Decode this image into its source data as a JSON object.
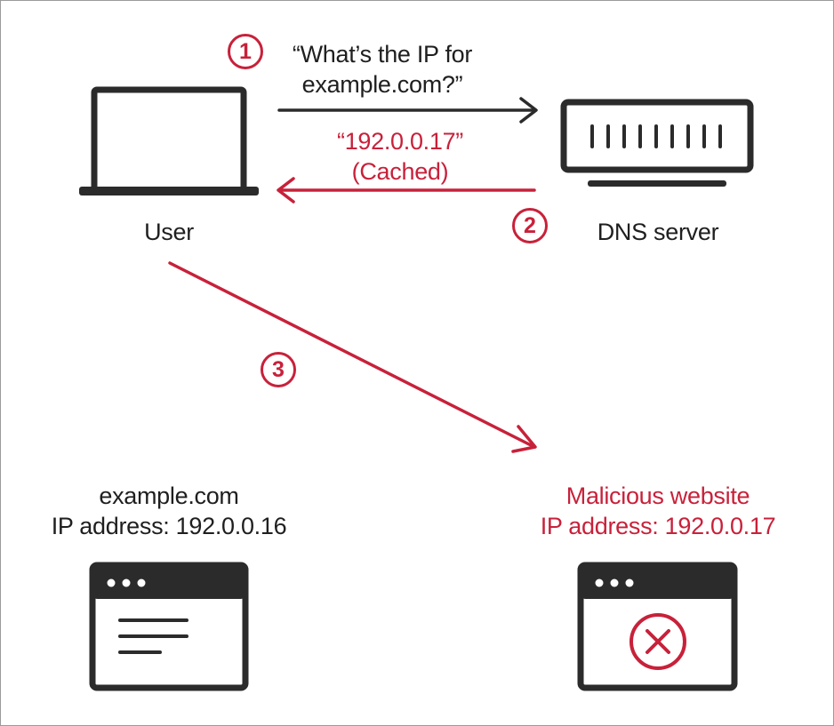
{
  "colors": {
    "dark": "#2b2b2b",
    "red": "#c8213a"
  },
  "query": {
    "step": "1",
    "line1": "“What’s the IP for",
    "line2": "example.com?”"
  },
  "response": {
    "step": "2",
    "line1": "“192.0.0.17”",
    "line2": "(Cached)"
  },
  "redirect": {
    "step": "3"
  },
  "user": {
    "label": "User",
    "icon": "laptop-icon"
  },
  "dns_server": {
    "label": "DNS server",
    "icon": "server-icon"
  },
  "legit_site": {
    "name": "example.com",
    "ip": "IP address: 192.0.0.16",
    "icon": "browser-window-icon"
  },
  "malicious_site": {
    "name": "Malicious website",
    "ip": "IP address: 192.0.0.17",
    "icon": "browser-window-x-icon"
  }
}
